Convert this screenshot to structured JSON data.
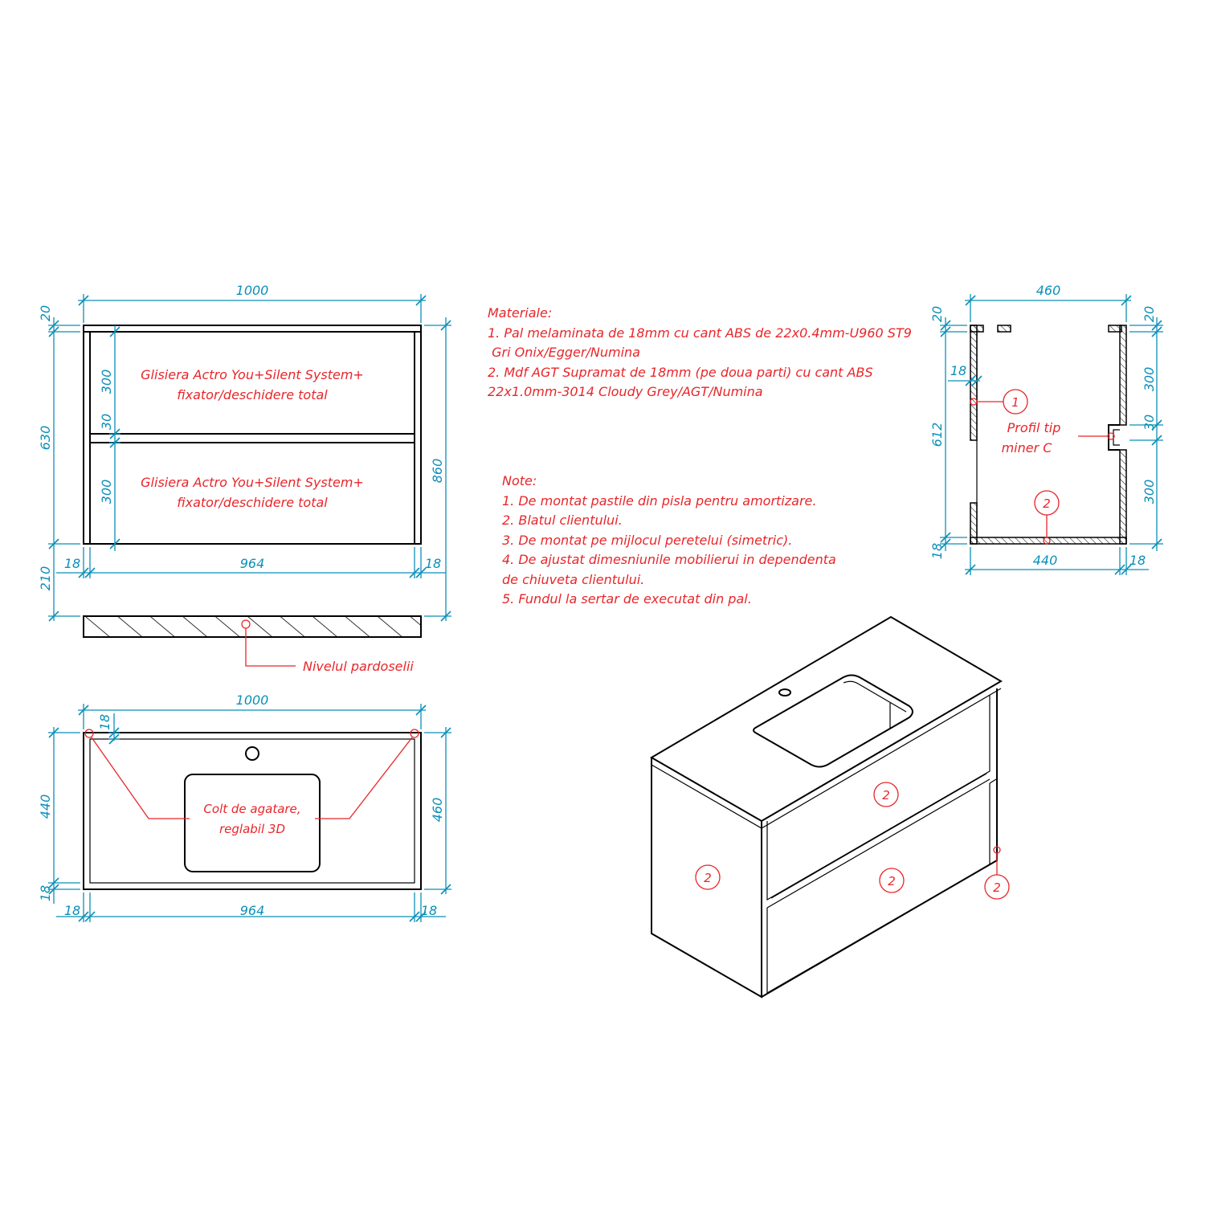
{
  "colors": {
    "dimension": "#0a8fb8",
    "annotation": "#e8262a",
    "outline": "#000000"
  },
  "front_view": {
    "width_total": "1000",
    "top_thickness": "20",
    "body_height": "630",
    "total_height": "860",
    "leg_height": "210",
    "drawer_upper": "300",
    "drawer_gap": "30",
    "drawer_lower": "300",
    "side_left": "18",
    "inner_width": "964",
    "side_right": "18",
    "slide_label_upper_1": "Glisiera Actro You+Silent System+",
    "slide_label_upper_2": "fixator/deschidere total",
    "slide_label_lower_1": "Glisiera Actro You+Silent System+",
    "slide_label_lower_2": "fixator/deschidere total",
    "floor_label": "Nivelul pardoselii"
  },
  "top_view": {
    "width_total": "1000",
    "inset": "18",
    "depth_inner": "440",
    "depth_total": "460",
    "back_thickness": "18",
    "side_left": "18",
    "inner_width": "964",
    "side_right": "18",
    "corner_label_1": "Colt de agatare,",
    "corner_label_2": "reglabil 3D"
  },
  "side_view": {
    "depth_total": "460",
    "top_thickness": "20",
    "panel_thickness": "18",
    "height": "612",
    "drawer_upper": "300",
    "drawer_gap": "30",
    "drawer_lower": "300",
    "bottom_thickness": "18",
    "depth_inner": "440",
    "back_thickness": "18",
    "callout_1": "1",
    "callout_2": "2",
    "profile_label_1": "Profil tip",
    "profile_label_2": "miner C"
  },
  "materials": {
    "heading": "Materiale:",
    "lines": [
      "1. Pal melaminata de 18mm cu cant ABS de 22x0.4mm-U960 ST9",
      " Gri Onix/Egger/Numina",
      "2. Mdf AGT Supramat de 18mm (pe doua parti) cu cant ABS",
      "22x1.0mm-3014 Cloudy Grey/AGT/Numina"
    ]
  },
  "notes": {
    "heading": "Note:",
    "lines": [
      "1. De montat pastile din pisla pentru amortizare.",
      "2. Blatul clientului.",
      "3. De montat pe mijlocul peretelui (simetric).",
      "4. De ajustat dimesniunile mobilierui in dependenta",
      "de chiuveta clientului.",
      "5. Fundul la sertar de executat din pal."
    ]
  },
  "iso_view": {
    "callout_side": "2",
    "callout_drawer_upper": "2",
    "callout_drawer_lower": "2",
    "callout_edge": "2"
  }
}
